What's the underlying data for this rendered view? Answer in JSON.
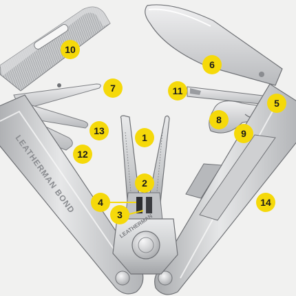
{
  "product": {
    "name": "Bond",
    "brand_engraving_handle": "LEATHERMAN BOND",
    "brand_engraving_pivot": "LEATHERMAN"
  },
  "colors": {
    "background": "#f1f1f0",
    "callout": "#f5d90a",
    "callout_text": "#1a1a1a",
    "steel_light": "#d9dadc",
    "steel_mid": "#b9bbbe",
    "steel_dark": "#8e9094",
    "outline": "#6f7175"
  },
  "callouts": [
    {
      "id": "1",
      "label": "1"
    },
    {
      "id": "2",
      "label": "2"
    },
    {
      "id": "3",
      "label": "3"
    },
    {
      "id": "4",
      "label": "4"
    },
    {
      "id": "5",
      "label": "5"
    },
    {
      "id": "6",
      "label": "6"
    },
    {
      "id": "7",
      "label": "7"
    },
    {
      "id": "8",
      "label": "8"
    },
    {
      "id": "9",
      "label": "9"
    },
    {
      "id": "10",
      "label": "10"
    },
    {
      "id": "11",
      "label": "11"
    },
    {
      "id": "12",
      "label": "12"
    },
    {
      "id": "13",
      "label": "13"
    },
    {
      "id": "14",
      "label": "14"
    }
  ]
}
